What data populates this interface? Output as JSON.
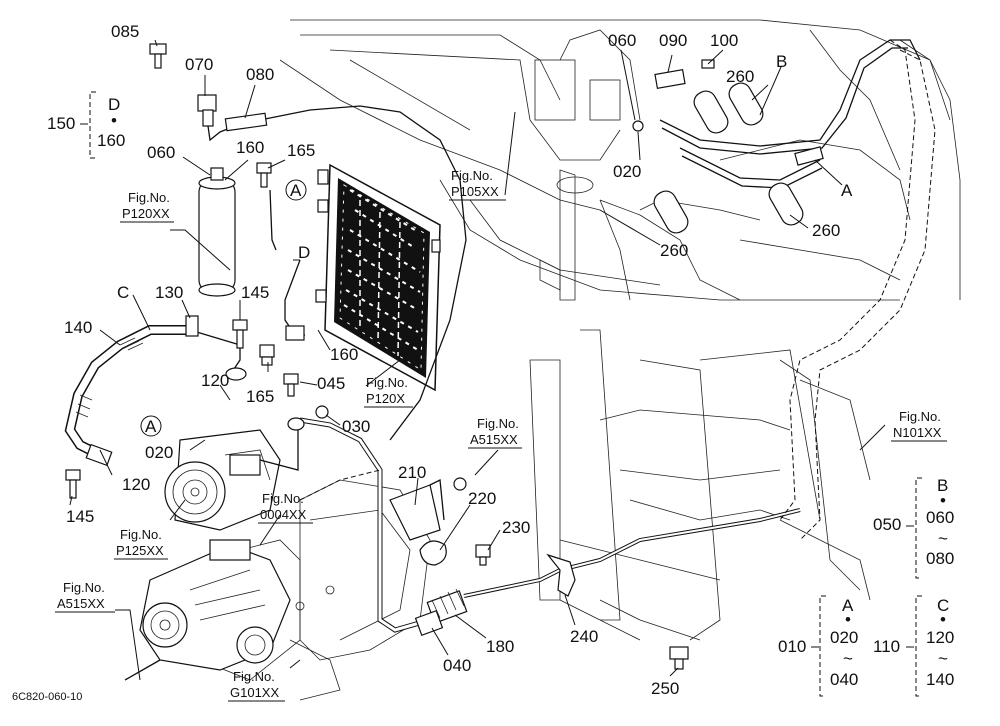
{
  "diagram": {
    "code": "6C820-060-10",
    "callouts": [
      {
        "id": "c085",
        "text": "085"
      },
      {
        "id": "c070",
        "text": "070"
      },
      {
        "id": "c080",
        "text": "080"
      },
      {
        "id": "c060a",
        "text": "060"
      },
      {
        "id": "c160a",
        "text": "160"
      },
      {
        "id": "c165a",
        "text": "165"
      },
      {
        "id": "c130",
        "text": "130"
      },
      {
        "id": "c145a",
        "text": "145"
      },
      {
        "id": "c140",
        "text": "140"
      },
      {
        "id": "c160b",
        "text": "160"
      },
      {
        "id": "c165b",
        "text": "165"
      },
      {
        "id": "c045",
        "text": "045"
      },
      {
        "id": "c030",
        "text": "030"
      },
      {
        "id": "c120a",
        "text": "120"
      },
      {
        "id": "c020a",
        "text": "020"
      },
      {
        "id": "c120b",
        "text": "120"
      },
      {
        "id": "c145b",
        "text": "145"
      },
      {
        "id": "c060b",
        "text": "060"
      },
      {
        "id": "c090",
        "text": "090"
      },
      {
        "id": "c100",
        "text": "100"
      },
      {
        "id": "c260a",
        "text": "260"
      },
      {
        "id": "c020b",
        "text": "020"
      },
      {
        "id": "c260b",
        "text": "260"
      },
      {
        "id": "c260c",
        "text": "260"
      },
      {
        "id": "c210",
        "text": "210"
      },
      {
        "id": "c220",
        "text": "220"
      },
      {
        "id": "c230",
        "text": "230"
      },
      {
        "id": "c240",
        "text": "240"
      },
      {
        "id": "c180",
        "text": "180"
      },
      {
        "id": "c040",
        "text": "040"
      },
      {
        "id": "c250",
        "text": "250"
      }
    ],
    "letters": [
      {
        "id": "lC",
        "text": "C"
      },
      {
        "id": "lD",
        "text": "D"
      },
      {
        "id": "lB",
        "text": "B"
      },
      {
        "id": "lA",
        "text": "A"
      }
    ],
    "circled": [
      {
        "id": "cA1",
        "text": "A"
      },
      {
        "id": "cA2",
        "text": "A"
      }
    ],
    "fig_refs": [
      {
        "id": "f1",
        "line1": "Fig.No.",
        "line2": "P120XX"
      },
      {
        "id": "f2",
        "line1": "Fig.No.",
        "line2": "P105XX"
      },
      {
        "id": "f3",
        "line1": "Fig.No.",
        "line2": "P120X"
      },
      {
        "id": "f4",
        "line1": "Fig.No.",
        "line2": "A515XX"
      },
      {
        "id": "f5",
        "line1": "Fig.No.",
        "line2": "N101XX"
      },
      {
        "id": "f6",
        "line1": "Fig.No.",
        "line2": "0004XX"
      },
      {
        "id": "f7",
        "line1": "Fig.No.",
        "line2": "P125XX"
      },
      {
        "id": "f8",
        "line1": "Fig.No.",
        "line2": "A515XX"
      },
      {
        "id": "f9",
        "line1": "Fig.No.",
        "line2": "G101XX"
      }
    ],
    "groups": [
      {
        "id": "g150",
        "num": "150",
        "top": "D",
        "sep": "•",
        "bottom": "160"
      },
      {
        "id": "g050",
        "num": "050",
        "top": "B",
        "sep": "•",
        "mid": "060",
        "tilde": "~",
        "bottom": "080"
      },
      {
        "id": "g010",
        "num": "010",
        "top": "A",
        "sep": "•",
        "mid": "020",
        "tilde": "~",
        "bottom": "040"
      },
      {
        "id": "g110",
        "num": "110",
        "top": "C",
        "sep": "•",
        "mid": "120",
        "tilde": "~",
        "bottom": "140"
      }
    ]
  }
}
